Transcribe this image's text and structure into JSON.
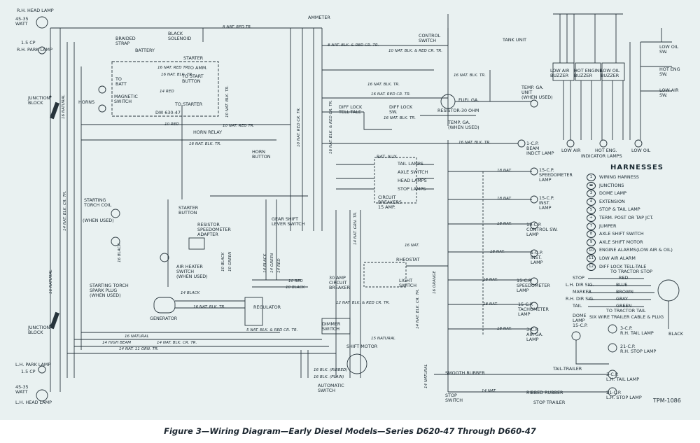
{
  "caption": "Figure 3—Wiring Diagram—Early Diesel Models—Series D620-47 Through D660-47",
  "drawing_no": "TPM-1086",
  "components": {
    "rh_head_lamp": "R.H. HEAD LAMP",
    "rh_head_watt": "45-35\nWATT",
    "rh_park_cp": "1.5 CP",
    "rh_park_lamp": "R.H. PARK LAMP",
    "junction_block_top": "JUNCTION\nBLOCK",
    "horns": "HORNS",
    "braided_strap": "BRAIDED\nSTRAP",
    "battery": "BATTERY",
    "black_solenoid": "BLACK\nSOLENOID",
    "starter": "STARTER",
    "ammeter": "AMMETER",
    "to_amm": "TO AMM.",
    "to_start_button": "TO START\nBUTTON",
    "to_batt": "TO\nBATT",
    "magnetic_switch": "MAGNETIC\nSWITCH",
    "to_starter": "TO STARTER",
    "dw_630": "DW 630-47",
    "horn_relay": "HORN RELAY",
    "horn_button": "HORN\nBUTTON",
    "control_switch": "CONTROL\nSWITCH",
    "tank_unit": "TANK UNIT",
    "temp_ga_unit": "TEMP. GA.\nUNIT\n(WHEN USED)",
    "fuel_ga": "FUEL GA.",
    "diff_lock_telltale": "DIFF LOCK\nTELL-TALE",
    "diff_lock_sw": "DIFF LOCK\nSW.",
    "resistor_30": "RESISTOR-30 OHM",
    "temp_ga": "TEMP. GA.\n(WHEN USED)",
    "beam_indct": "1-C.P.\nBEAM\nINDCT LAMP",
    "low_air_buzzer": "LOW AIR\nBUZZER",
    "hot_engine_buzzer": "HOT ENGINE\nBUZZER",
    "low_oil_buzzer": "LOW OIL\nBUZZER",
    "low_oil_sw": "LOW OIL\nSW.",
    "hot_eng_sw": "HOT ENG\nSW.",
    "low_air_sw": "LOW AIR\nSW.",
    "low_air": "LOW AIR",
    "hot_eng": "HOT ENG.",
    "low_oil": "LOW OIL",
    "indicator_lamps": "INDICATOR LAMPS",
    "tail_lamps": "TAIL LAMPS",
    "axle_switch": "AXLE SWITCH",
    "head_lamps": "HEAD LAMPS",
    "stop_lamps": "STOP LAMPS",
    "bat_aux": "BAT.  AUX.",
    "circuit_breakers": "CIRCUIT\nBREAKERS\n15 AMP.",
    "speedometer_lamp_top": "15-C.P.\nSPEEDOMETER\nLAMP",
    "inst_lamp_top": "15-C.P.\nINST.\nLAMP",
    "control_sw_lamp": "15-C.P.\nCONTROL SW.\nLAMP",
    "inst_lamp": "1-C.P.\nINST.\nLAMP",
    "speedometer_lamp": "15-C.P.\nSPEEDOMETER\nLAMP",
    "tachometer_lamp": "15-C.P.\nTACHOMETER\nLAMP",
    "air_ga_lamp": "3-C.P.\nAIR GA.\nLAMP",
    "starting_torch_coil": "STARTING\nTORCH COIL",
    "when_used_1": "(WHEN USED)",
    "starter_button": "STARTER\nBUTTON",
    "resistor_adapter": "RESISTOR\nSPEEDOMETER\nADAPTER",
    "gear_shift_lever": "GEAR SHIFT\nLEVER SWITCH",
    "air_heater_switch": "AIR HEATER\nSWITCH\n(WHEN USED)",
    "starting_torch_plug": "STARTING TORCH\nSPARK PLUG\n(WHEN USED)",
    "generator": "GENERATOR",
    "regulator": "REGULATOR",
    "rheostat": "RHEOSTAT",
    "amp_30": "30 AMP\nCIRCUIT\nBREAKER",
    "light_switch": "LIGHT\nSWITCH",
    "dimmer_switch": "DIMMER\nSWITCH",
    "shift_motor": "SHIFT MOTOR",
    "automatic_switch": "AUTOMATIC\nSWITCH",
    "junction_block_bottom": "JUNCTION\nBLOCK",
    "lh_park_lamp": "L.H. PARK LAMP",
    "lh_park_cp": "1.5 CP",
    "lh_head_watt": "45-35\nWATT",
    "lh_head_lamp": "L.H. HEAD LAMP",
    "smooth_rubber": "SMOOTH RUBBER",
    "stop_switch": "STOP\nSWITCH",
    "ribbed_rubber": "RIBBED RUBBER",
    "stop_trailer": "STOP TRAILER",
    "tail_trailer": "TAIL-TRAILER",
    "dome_lamp": "DOME\nLAMP\n15-C.P.",
    "rh_tail_lamp": "3-C.P.\nR.H. TAIL LAMP",
    "rh_stop_lamp": "21-C.P.\nR.H. STOP LAMP",
    "lh_tail_lamp": "3-C.P.\nL.H. TAIL LAMP",
    "lh_stop_lamp": "21-C.P.\nL.H. STOP LAMP",
    "black_ground": "BLACK",
    "trailer_cable": "SIX WIRE TRAILER CABLE & PLUG",
    "to_tractor_stop": "TO TRACTOR STOP",
    "to_tractor_tail": "TO TRACTOR TAIL",
    "trailer_stop": "STOP",
    "trailer_lh": "L.H. DIR SIG.",
    "trailer_marker": "MARKER",
    "trailer_rh": "R.H. DIR SIG.",
    "trailer_tail": "TAIL",
    "trailer_red": "RED",
    "trailer_blue": "BLUE",
    "trailer_brown": "BROWN",
    "trailer_gray": "GRAY",
    "trailer_green": "GREEN"
  },
  "wire_labels": {
    "w_8nat_red_tr_top": "8 NAT. RED TR.",
    "w_8nat_blk_red_cr": "8 NAT. BLK. & RED CR. TR.",
    "w_10nat_blk_b_redcr": "10 NAT. BLK. & RED CR. TR.",
    "w_16nat_blk_tr_1": "16 NAT. BLK. TR.",
    "w_16nat_red_cr_tr": "16 NAT. RED CR. TR.",
    "w_16nat_blk_tr_2": "16 NAT. BLK. TR.",
    "w_16nat_red_tr": "16 NAT. RED TR.",
    "w_16nat_blk_tr_3": "16 NAT. BLK. TR.",
    "w_14red": "14 RED",
    "w_10nat_red_tr": "10 NAT. RED TR.",
    "w_10red": "10 RED",
    "w_16nat_blk_tr_4": "16 NAT. BLK. TR.",
    "w_16nat_blk_tr_beam": "16 NAT. BLK. TR.",
    "w_18nat_1": "18 NAT.",
    "w_18nat_2": "18 NAT.",
    "w_18nat_3": "18 NAT.",
    "w_18nat_4": "18 NAT.",
    "w_18nat_5": "18 NAT.",
    "w_18nat_6": "18 NAT.",
    "w_18nat_7": "18 NAT.",
    "w_16nat_mid": "16 NAT.",
    "w_14black": "14 BLACK",
    "w_16nat_blk_tr_gen": "16 NAT. BLK. TR.",
    "w_12nat_blk_red": "12 NAT. BLK. & RED CR. TR.",
    "w_5nat_blk_red": "5 NAT. BLK. & RED CR. TR.",
    "w_16natural_h": "16 NATURAL",
    "w_14nat_blk_cr": "14 NAT. BLK. CR. TR.",
    "w_14high_beam": "14 HIGH BEAM",
    "w_14nat_11_grn": "14 NAT. 11 GRN. TR.",
    "w_15natural": "15 NATURAL",
    "w_10red_b": "10 RED",
    "w_10black": "10 BLACK",
    "w_16blk_ribbed": "16 BLK. (RIBBED)",
    "w_16blk_plain": "16 BLK. (PLAIN)",
    "w_14nat": "14 NAT.",
    "w_16nat_blk_tr_5": "16 NAT. BLK. TR.",
    "w_v_16natural_l": "16 NATURAL",
    "w_v_14nat_blk_cr": "14 NAT. BLK. CR. TR.",
    "w_v_16natural_r": "16 NATURAL",
    "w_v_10nat_red_cr": "10 NAT. RED CR. TR.",
    "w_v_10nat_blk": "10 NAT. BLK. TR.",
    "w_v_16nat_blk_b": "16 NAT. BLK. & RED CR. TR.",
    "w_v_14nat_grn": "14 NAT. GRN. TR.",
    "w_v_14green": "14 GREEN",
    "w_v_14black": "14 BLACK",
    "w_v_14red": "14 RED",
    "w_v_16black": "16 BLACK",
    "w_v_10green": "10 GREEN",
    "w_v_10black": "10 BLACK",
    "w_v_16orange": "16 ORANGE",
    "w_v_14natural": "14 NATURAL",
    "w_v_14nat_blk_cr2": "14 NAT. BLK. CR. TR."
  },
  "harnesses": {
    "title": "HARNESSES",
    "items": [
      {
        "key": "1",
        "label": "WIRING HARNESS"
      },
      {
        "key": "▬",
        "label": "JUNCTIONS"
      },
      {
        "key": "3",
        "label": "DOME LAMP"
      },
      {
        "key": "4",
        "label": "EXTENSION"
      },
      {
        "key": "5",
        "label": "STOP & TAIL LAMP"
      },
      {
        "key": "+",
        "label": "TERM. POST OR TAP JCT."
      },
      {
        "key": "7",
        "label": "JUMPER"
      },
      {
        "key": "8",
        "label": "AXLE SHIFT SWITCH"
      },
      {
        "key": "9",
        "label": "AXLE SHIFT MOTOR"
      },
      {
        "key": "10",
        "label": "ENGINE ALARMS(LOW AIR & OIL)"
      },
      {
        "key": "11",
        "label": "LOW AIR ALARM"
      },
      {
        "key": "12",
        "label": "DIFF LOCK TELL-TALE"
      }
    ]
  }
}
